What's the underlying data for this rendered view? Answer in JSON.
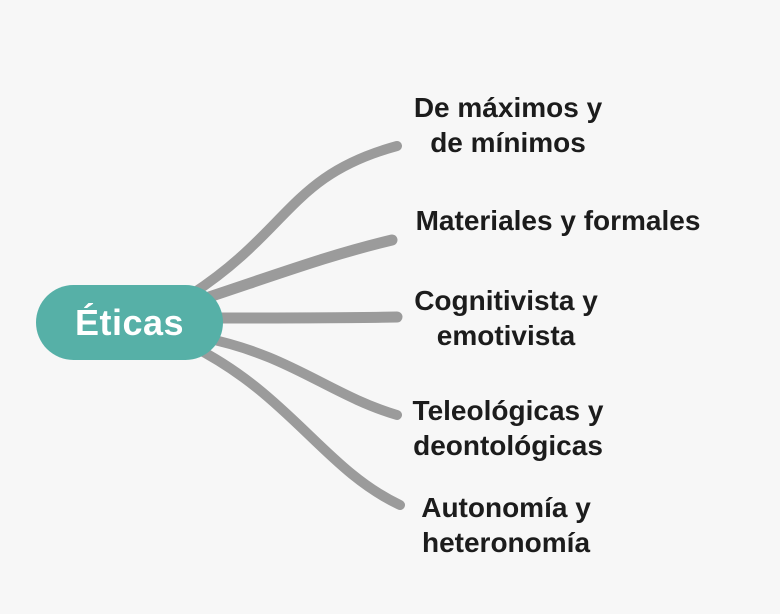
{
  "diagram": {
    "central_topic": "Éticas",
    "branches": [
      "De máximos y\nde mínimos",
      "Materiales y formales",
      "Cognitivista y\nemotivista",
      "Teleológicas y\ndeontológicas",
      "Autonomía y\nheteronomía"
    ]
  },
  "colors": {
    "background": "#f7f7f7",
    "central_fill": "#56b0a7",
    "central_text": "#ffffff",
    "branch_line": "#9b9b9b",
    "branch_text": "#1c1c1c"
  }
}
